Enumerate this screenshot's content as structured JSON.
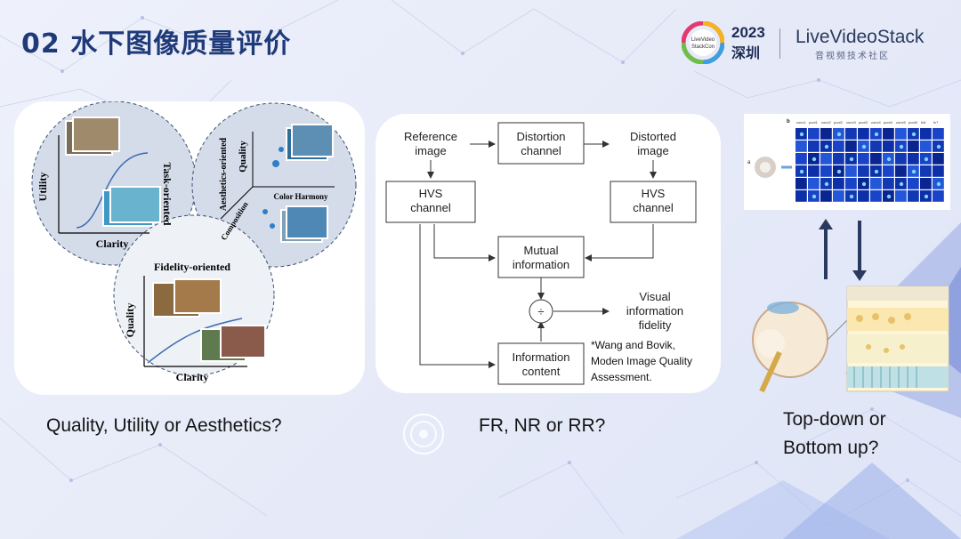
{
  "slide": {
    "title": "02  水下图像质量评价"
  },
  "logo": {
    "conf_lines": [
      "LiveVideo",
      "StackCon"
    ],
    "year": "2023",
    "city": "深圳",
    "brand": "LiveVideoStack",
    "brand_sub": "音视频技术社区"
  },
  "venn": {
    "task_oriented": "Task-oriented",
    "aesthetics_oriented": "Aesthetics-oriented",
    "fidelity_oriented": "Fidelity-oriented",
    "utility": "Utility",
    "clarity_1": "Clarity",
    "quality_1": "Quality",
    "composition": "Composition",
    "color_harmony": "Color Harmony",
    "quality_2": "Quality",
    "clarity_2": "Clarity"
  },
  "vif": {
    "reference": [
      "Reference",
      "image"
    ],
    "distortion": [
      "Distortion",
      "channel"
    ],
    "distorted": [
      "Distorted",
      "image"
    ],
    "hvs_left": [
      "HVS",
      "channel"
    ],
    "hvs_right": [
      "HVS",
      "channel"
    ],
    "mutual": [
      "Mutual",
      "information"
    ],
    "divide": "÷",
    "visual_fidelity": [
      "Visual",
      "information",
      "fidelity"
    ],
    "info_content": [
      "Information",
      "content"
    ],
    "citation": [
      "*Wang and Bovik,",
      "Moden Image Quality",
      "Assessment."
    ]
  },
  "captions": {
    "left": "Quality, Utility or Aesthetics?",
    "middle": "FR, NR or RR?",
    "right": [
      "Top-down or",
      "Bottom up?"
    ]
  },
  "cnn_grid": {
    "col_labels": [
      "conv1",
      "pool1",
      "conv2",
      "pool2",
      "conv3",
      "pool3",
      "conv4",
      "pool4",
      "conv5",
      "pool5",
      "fc6",
      "fc7"
    ],
    "panel_a": "a",
    "panel_b": "b"
  },
  "colors": {
    "title": "#1f3a78",
    "accent": "#2a3f7e",
    "bg": "#e6eaf8"
  }
}
